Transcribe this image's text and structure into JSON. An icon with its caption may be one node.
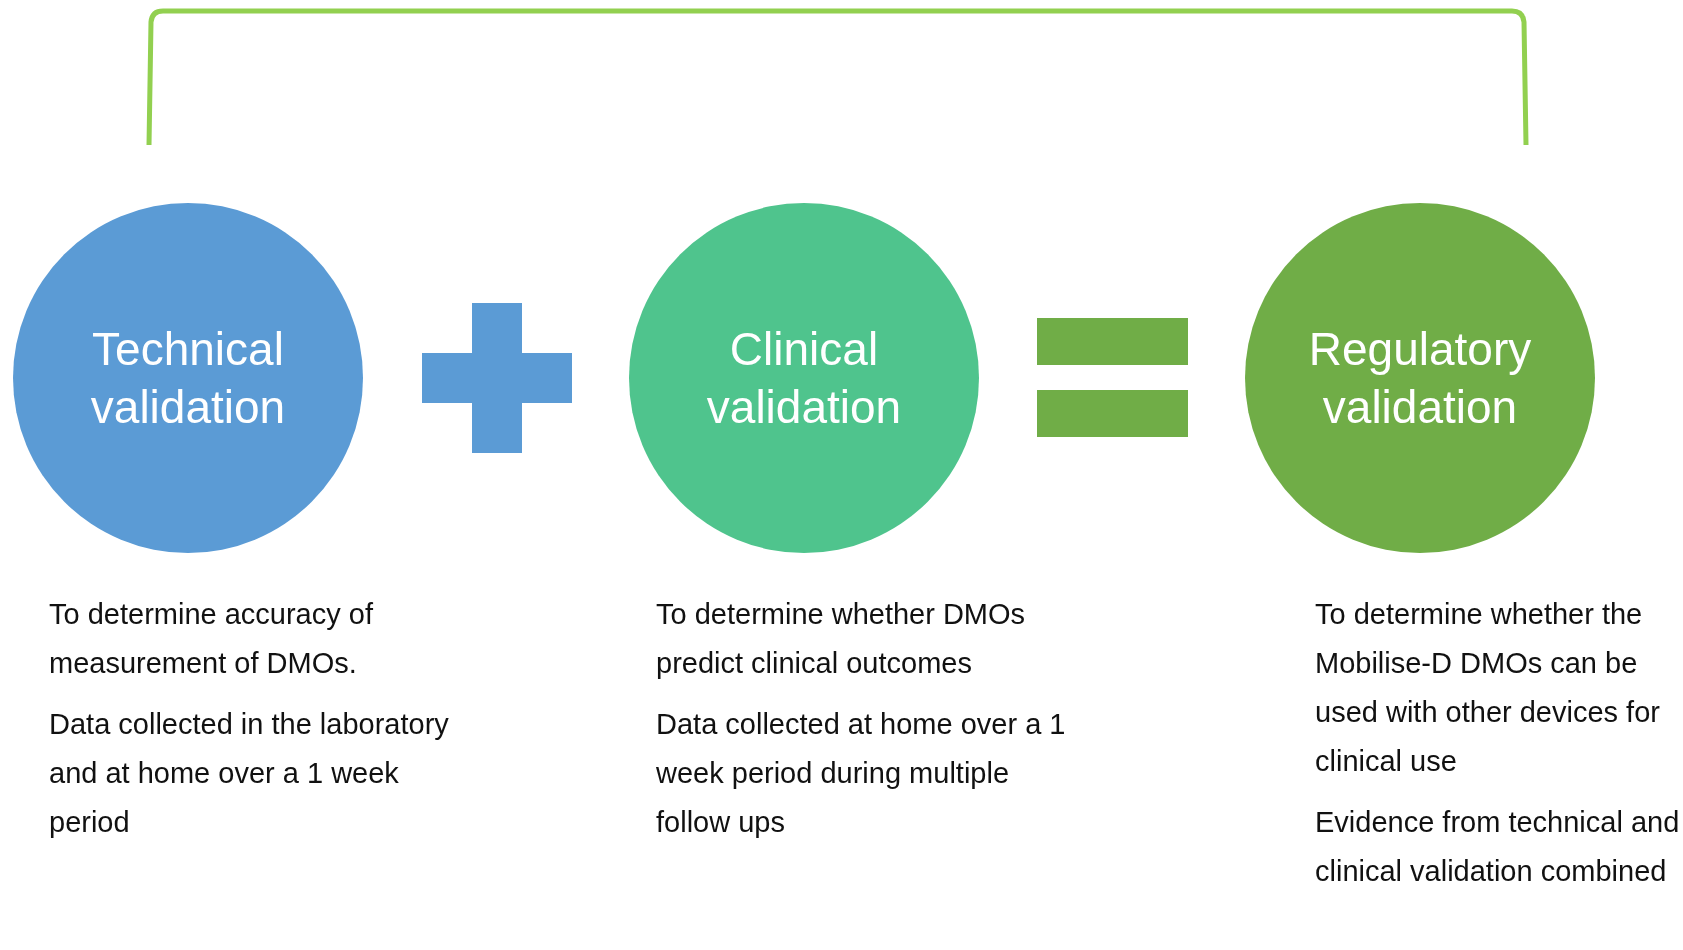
{
  "diagram": {
    "nodes": [
      {
        "text": [
          "Technical validation"
        ],
        "beside": [
          "To determine accuracy of measurement of DMOs.",
          "Data collected in the laboratory and at home over a 1 week period"
        ]
      },
      {
        "text": [
          "Clinical validation"
        ],
        "beside": [
          "To determine whether DMOs predict clinical outcomes",
          "Data collected at home over a 1 week period during multiple follow ups"
        ]
      },
      {
        "text": [
          "Regulatory validation"
        ],
        "beside": [
          "To determine whether the Mobilise-D DMOs can be used with other devices for clinical use",
          "Evidence from technical and clinical validation combined"
        ]
      }
    ],
    "edges": []
  }
}
